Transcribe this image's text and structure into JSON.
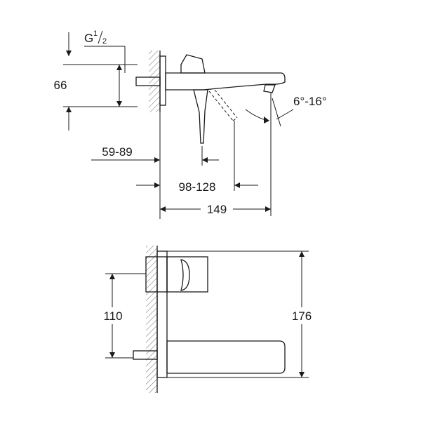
{
  "side_view": {
    "thread_label": "G",
    "thread_num": "1",
    "thread_den": "2",
    "dim_66": "66",
    "dim_angle": "6°-16°",
    "dim_59_89": "59-89",
    "dim_98_128": "98-128",
    "dim_149": "149"
  },
  "front_view": {
    "dim_110": "110",
    "dim_176": "176"
  }
}
